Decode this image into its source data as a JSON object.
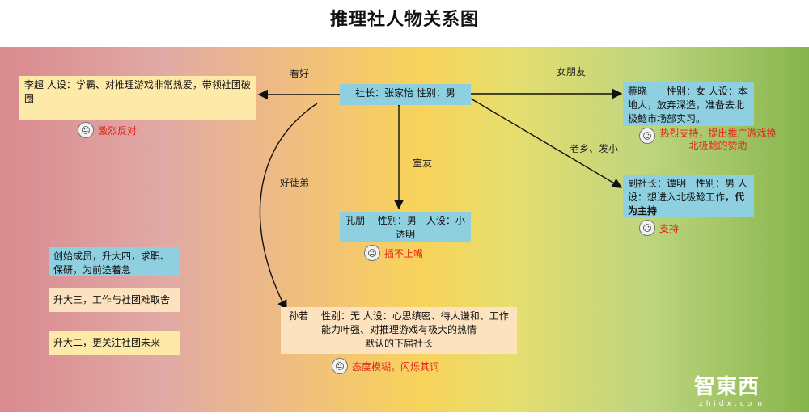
{
  "title": "推理社人物关系图",
  "nodes": {
    "president": "社长：张家怡 性别：男",
    "li": "李超 人设：学霸、对推理游戏非常热爱，带领社团破圈",
    "cai": "蔡晓　　性别：女 人设：本地人，放弃深造，准备去北极鲶市场部实习。",
    "vice_main": "副社长：谭明　性别：男 人设：想进入北极鲶工作，",
    "vice_bold": "代为主持",
    "kong": "孔朋　 性别：男　人设：小透明",
    "sun_line1": "孙若　 性别：无 人设：心思缜密、待人谦和、工作能力叶强、对推理游戏有极大的热情",
    "sun_line2": "默认的下届社长",
    "legend_1": "创始成员，升大四，求职、保研，为前途着急",
    "legend_2": "升大三，工作与社团难取舍",
    "legend_3": "升大二，更关注社团未来"
  },
  "edges": {
    "kanhao": "看好",
    "nvpengyou": "女朋友",
    "laoxiang": "老乡、发小",
    "shiyou": "室友",
    "haotudi": "好徒弟"
  },
  "attitudes": {
    "li": "激烈反对",
    "cai": "热烈支持，提出推广游戏换北极鲶的赞助",
    "vice": "支持",
    "kong": "插不上嘴",
    "sun": "态度模糊，闪烁其词"
  },
  "watermark": {
    "cn": "智東西",
    "en": "zhidx.com"
  },
  "colors": {
    "node_yellow": "#fde9a8",
    "node_blue": "#8ecfe0",
    "node_peach": "#fde2c0",
    "attitude_red": "#e0261b"
  }
}
